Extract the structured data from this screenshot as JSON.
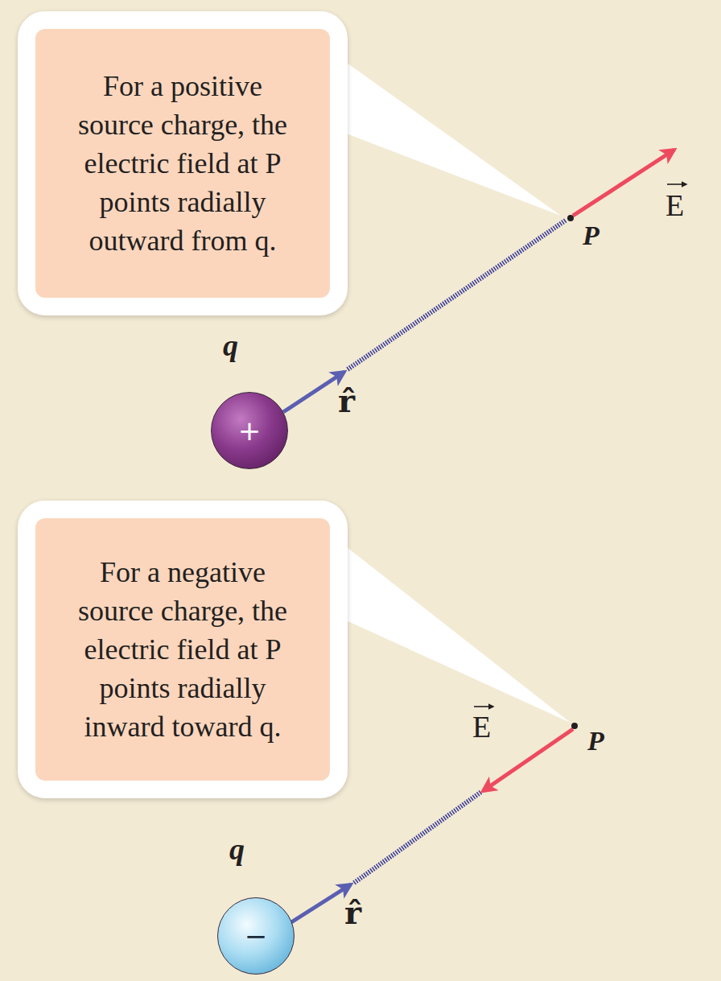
{
  "diagram": {
    "nodes": [
      {
        "text": [
          "For a positive source charge, the electric field at P points radially outward from q."
        ]
      },
      {
        "text": [
          "q",
          "+"
        ]
      },
      {
        "text": [
          "For a negative source charge, the electric field at P points radially inward toward q."
        ]
      },
      {
        "text": [
          "q",
          "−"
        ]
      }
    ],
    "labels": [
      "E",
      "P",
      "r̂",
      "E",
      "P",
      "r̂"
    ]
  }
}
